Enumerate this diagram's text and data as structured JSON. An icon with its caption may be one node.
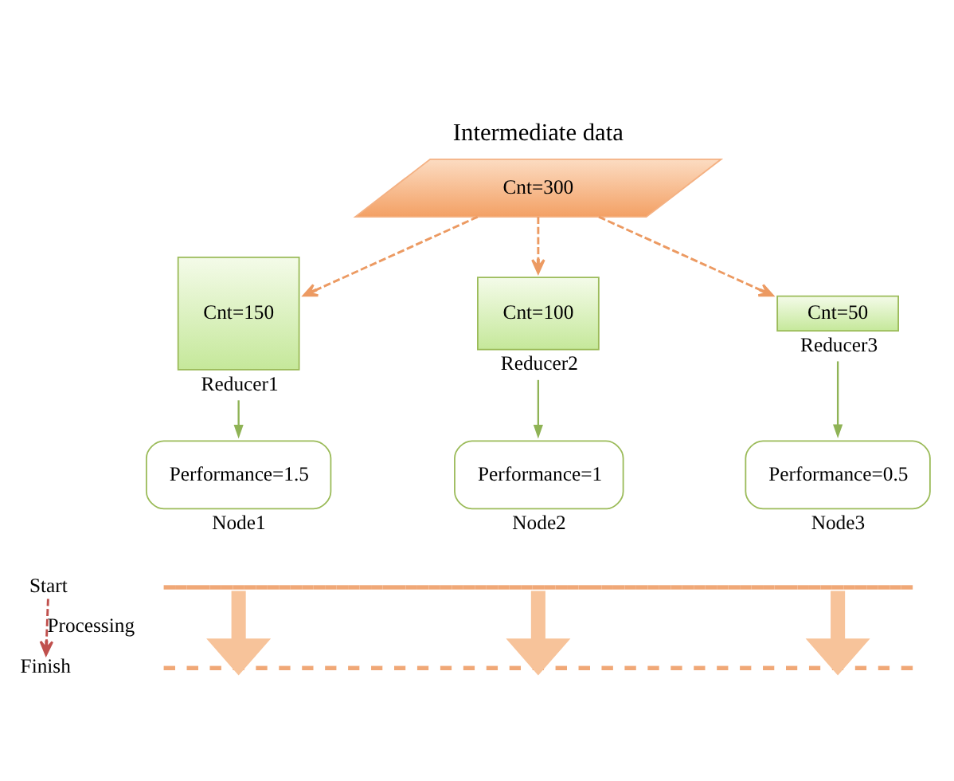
{
  "diagram": {
    "nodes": [
      {
        "text": [
          "Intermediate data",
          "Cnt=300"
        ]
      },
      {
        "text": [
          "Cnt=150"
        ],
        "beside": [
          "Reducer1"
        ]
      },
      {
        "text": [
          "Cnt=100"
        ],
        "beside": [
          "Reducer2"
        ]
      },
      {
        "text": [
          "Cnt=50"
        ],
        "beside": [
          "Reducer3"
        ]
      },
      {
        "text": [
          "Performance=1.5"
        ],
        "beside": [
          "Node1"
        ]
      },
      {
        "text": [
          "Performance=1"
        ],
        "beside": [
          "Node2"
        ]
      },
      {
        "text": [
          "Performance=0.5"
        ],
        "beside": [
          "Node3"
        ]
      },
      {
        "text": [
          "Start"
        ]
      },
      {
        "text": [
          "Finish"
        ]
      },
      {
        "text": [],
        "shape": "bar"
      },
      {
        "text": [],
        "shape": "bar"
      }
    ],
    "edges": [
      {
        "from": 0,
        "to": 1,
        "arrow": "to",
        "style": "dashed"
      },
      {
        "from": 0,
        "to": 2,
        "arrow": "to",
        "style": "dashed"
      },
      {
        "from": 0,
        "to": 3,
        "arrow": "to",
        "style": "dashed"
      },
      {
        "from": 1,
        "to": 4,
        "arrow": "to",
        "color": "#8fb356"
      },
      {
        "from": 2,
        "to": 5,
        "arrow": "to",
        "color": "#8fb356"
      },
      {
        "from": 3,
        "to": 6,
        "arrow": "to",
        "color": "#8fb356"
      },
      {
        "from": 7,
        "to": 8,
        "arrow": "to",
        "label": "Processing",
        "style": "dashed",
        "color": "#c0504d"
      },
      {
        "from": 9,
        "to": 10,
        "arrow": "to",
        "style": "thick"
      },
      {
        "from": 9,
        "to": 10,
        "arrow": "to",
        "style": "thick"
      },
      {
        "from": 9,
        "to": 10,
        "arrow": "to",
        "style": "thick"
      }
    ]
  }
}
